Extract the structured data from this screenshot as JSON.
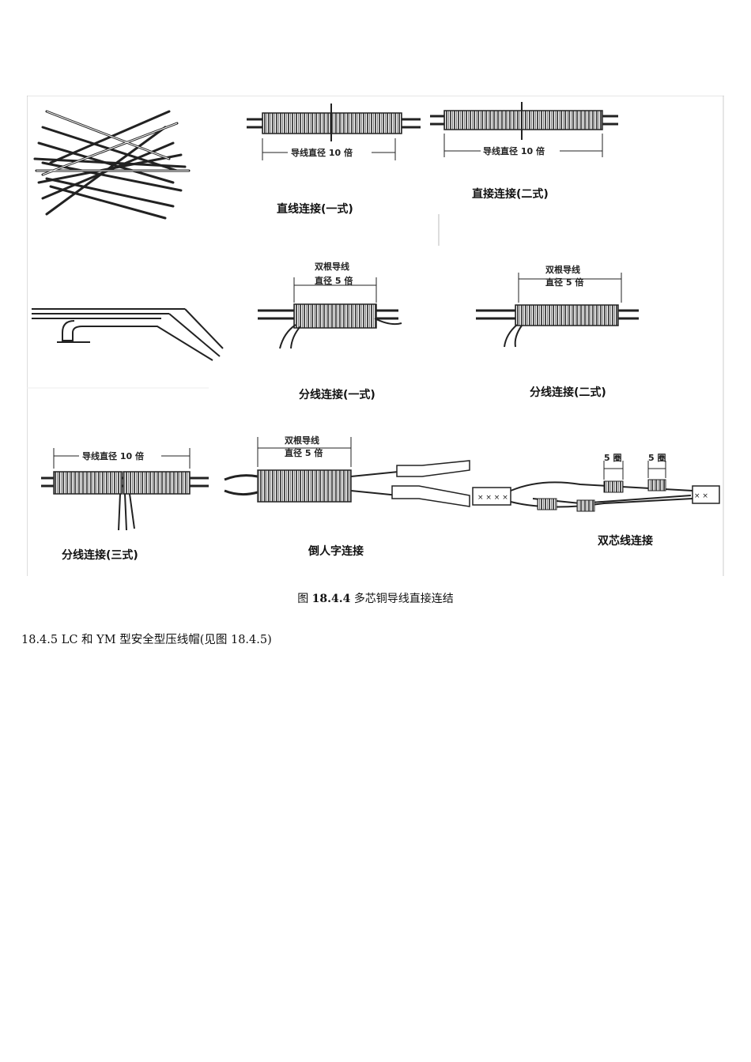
{
  "figure": {
    "labels": {
      "straight_1": "直线连接(一式)",
      "straight_2": "直接连接(二式)",
      "branch_1": "分线连接(一式)",
      "branch_2": "分线连接(二式)",
      "branch_3": "分线连接(三式)",
      "inverted": "倒人字连接",
      "twin_core": "双芯线连接"
    },
    "dims": {
      "ten_times": "导线直径 10 倍",
      "double_line": "双根导线",
      "five_times": "直径 5 倍",
      "five_turns": "5 圈"
    }
  },
  "caption": {
    "prefix": "图",
    "number": "18.4.4",
    "title": "多芯铜导线直接连结"
  },
  "paragraph": {
    "text": "18.4.5 LC 和 YM 型安全型压线帽(见图 18.4.5)"
  }
}
